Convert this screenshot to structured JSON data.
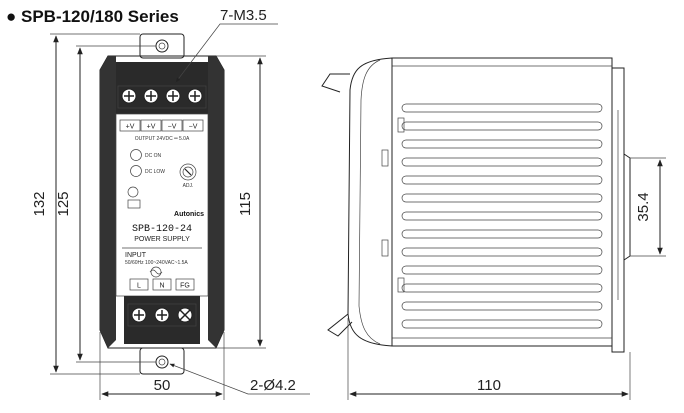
{
  "title": "● SPB-120/180 Series",
  "dimensions": {
    "screw_label": "7-M3.5",
    "hole_label": "2-Ø4.2",
    "overall_height": "132",
    "mount_height": "125",
    "body_height": "115",
    "width": "50",
    "depth": "110",
    "rail_height": "35.4"
  },
  "terminals_top": [
    "+V",
    "+V",
    "−V",
    "−V"
  ],
  "terminals_bottom": [
    "L",
    "N",
    "FG"
  ],
  "labels": {
    "output": "OUTPUT  24VDC ═ 5.0A",
    "dc_on": "DC ON",
    "dc_low": "DC LOW",
    "adj": "ADJ.",
    "brand": "Autonics",
    "model": "SPB-120-24",
    "product": "POWER SUPPLY",
    "input": "INPUT",
    "input_spec": "50/60Hz  100~240VAC~1.5A"
  }
}
